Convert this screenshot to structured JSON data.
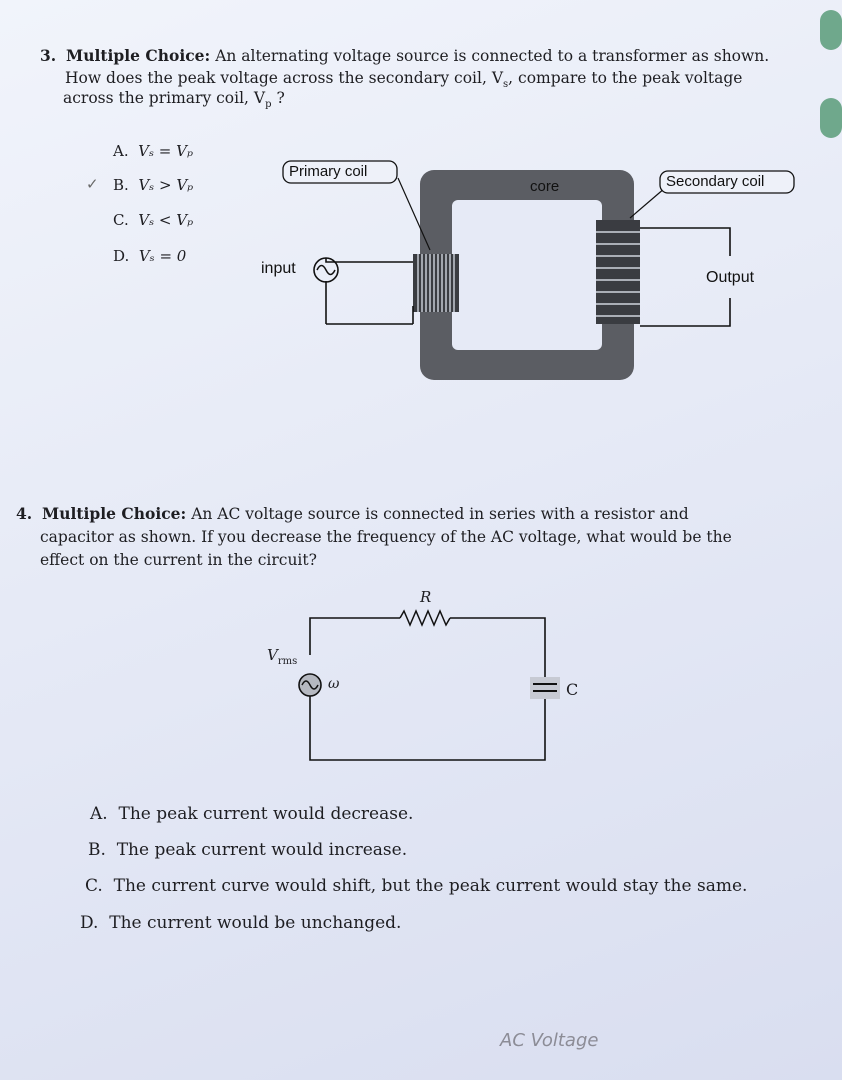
{
  "question3": {
    "number": "3.",
    "kind": "Multiple Choice:",
    "lines": [
      "An alternating voltage source is connected to a transformer as shown.",
      "How does the peak voltage across the secondary coil, V",
      ", compare to the peak voltage",
      "across the primary coil, V",
      " ?"
    ],
    "options": [
      {
        "letter": "A.",
        "text": "Vₛ = Vₚ"
      },
      {
        "letter": "B.",
        "text": "Vₛ > Vₚ"
      },
      {
        "letter": "C.",
        "text": "Vₛ < Vₚ"
      },
      {
        "letter": "D.",
        "text": "Vₛ = 0"
      }
    ],
    "diagram": {
      "primary_label": "Primary coil",
      "core_label": "core",
      "secondary_label": "Secondary coil",
      "input_label": "input",
      "output_label": "Output"
    }
  },
  "question4": {
    "number": "4.",
    "kind": "Multiple Choice:",
    "lines": [
      "An AC voltage source is connected in series with a resistor and",
      "capacitor as shown. If you decrease the frequency of the AC voltage, what would be the",
      "effect on the current in the circuit?"
    ],
    "circuit": {
      "resistor_label": "R",
      "source_label_main": "V",
      "source_label_sub": "rms",
      "omega_label": "ω",
      "capacitor_label": "C"
    },
    "options": [
      {
        "letter": "A.",
        "text": "The peak current would decrease."
      },
      {
        "letter": "B.",
        "text": "The peak current would increase."
      },
      {
        "letter": "C.",
        "text": "The current curve would shift, but the peak current would stay the same."
      },
      {
        "letter": "D.",
        "text": "The current would be unchanged."
      }
    ]
  },
  "annotations": {
    "check_mark": "✓",
    "handwriting": "AC Voltage"
  }
}
